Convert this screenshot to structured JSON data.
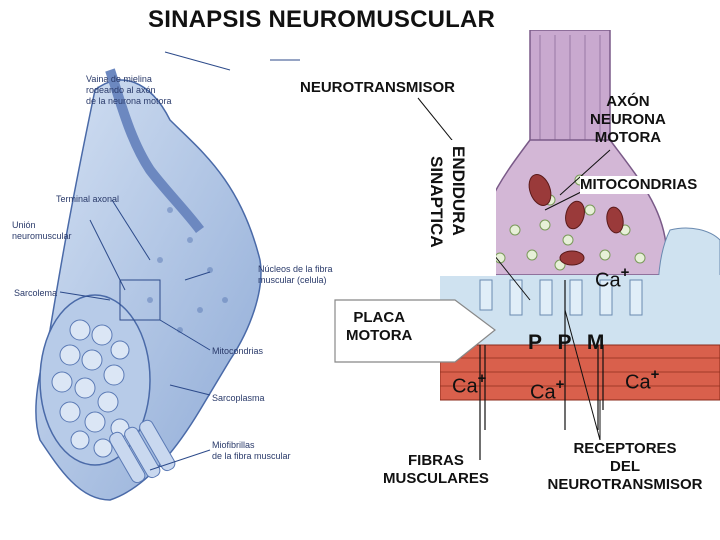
{
  "title": "SINAPSIS NEUROMUSCULAR",
  "labels": {
    "neurotransmisor": "NEUROTRANSMISOR",
    "axon": [
      "AXÓN",
      "NEURONA",
      "MOTORA"
    ],
    "mitocondrias": "MITOCONDRIAS",
    "endidura": [
      "ENDIDURA",
      "SINAPTICA"
    ],
    "placa_motora": [
      "PLACA",
      "MOTORA"
    ],
    "ppm": "P P M",
    "ca_top": "Ca",
    "ca_left": "Ca",
    "ca_mid": "Ca",
    "ca_right": "Ca",
    "ca_sign": "+",
    "fibras": [
      "FIBRAS",
      "MUSCULARES"
    ],
    "receptores": [
      "RECEPTORES",
      "DEL",
      "NEUROTRANSMISOR"
    ]
  },
  "anatomy_labels": {
    "vaina": [
      "Vaina de mielina",
      "rodeando al axón",
      "de la neurona motora"
    ],
    "terminal": "Terminal axonal",
    "union": [
      "Unión",
      "neuromuscular"
    ],
    "sarcolema": "Sarcolema",
    "nucleos": [
      "Núcleos de la fibra",
      "muscular (celula)"
    ],
    "mitocondrias": "Mitocondrias",
    "sarcoplasma": "Sarcoplasma",
    "miofibrillas": [
      "Miofibrillas",
      "de la fibra muscular"
    ]
  },
  "colors": {
    "muscle_blue": "#a9c0e2",
    "axon_purple": "#c9a9cf",
    "synaptic_cleft": "#cfe2f0",
    "muscle_fiber": "#d9604c",
    "mitochondria": "#9a3a3a"
  }
}
